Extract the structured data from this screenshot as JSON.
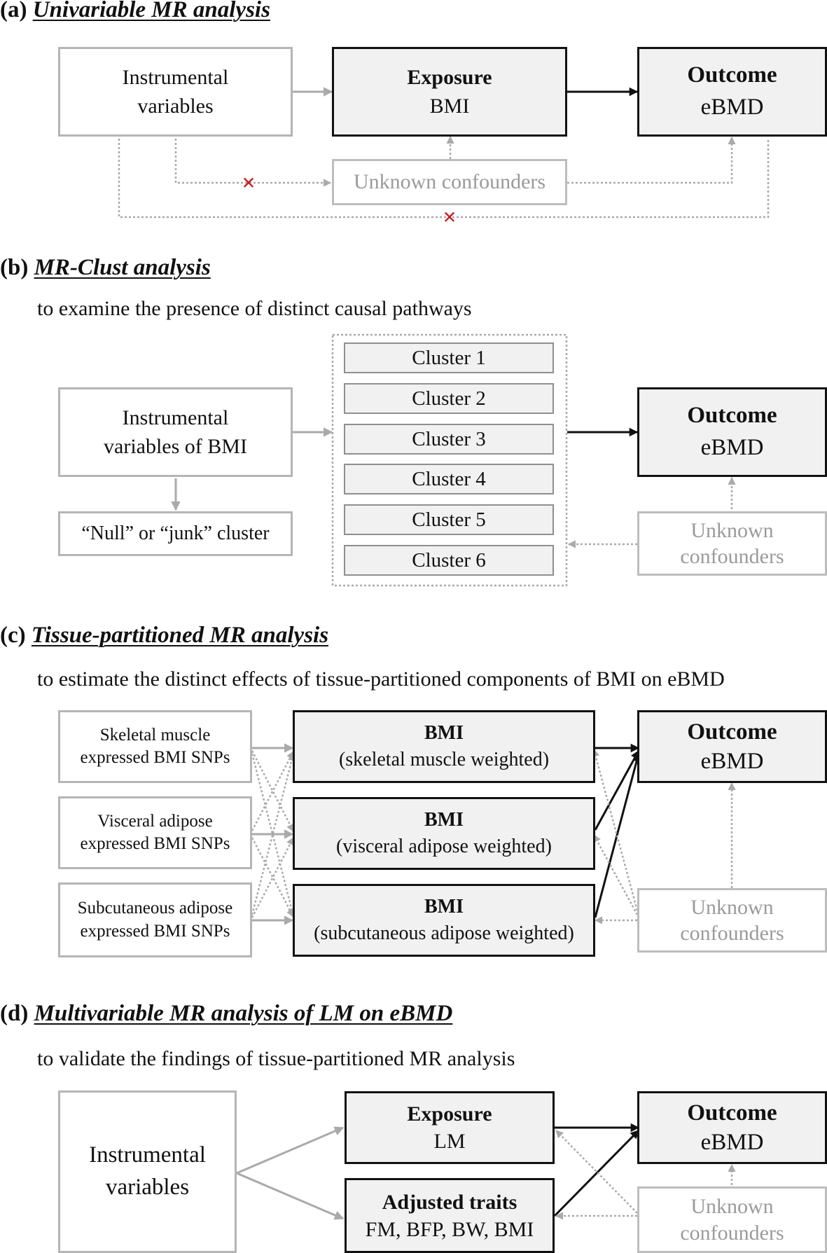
{
  "panel_a": {
    "letter": "(a)",
    "title": "Univariable MR analysis",
    "iv_line1": "Instrumental",
    "iv_line2": "variables",
    "exposure_title": "Exposure",
    "exposure_value": "BMI",
    "outcome_title": "Outcome",
    "outcome_value": "eBMD",
    "confounders": "Unknown confounders",
    "blocked_mark": "×"
  },
  "panel_b": {
    "letter": "(b)",
    "title": "MR-Clust analysis",
    "subtitle": "to examine the presence of distinct causal pathways",
    "iv_line1": "Instrumental",
    "iv_line2": "variables of BMI",
    "null_cluster": "“Null” or “junk” cluster",
    "clusters": [
      "Cluster 1",
      "Cluster 2",
      "Cluster 3",
      "Cluster 4",
      "Cluster 5",
      "Cluster 6"
    ],
    "outcome_title": "Outcome",
    "outcome_value": "eBMD",
    "confounders_line1": "Unknown",
    "confounders_line2": "confounders"
  },
  "panel_c": {
    "letter": "(c)",
    "title": "Tissue-partitioned MR analysis",
    "subtitle": "to estimate the distinct effects of tissue-partitioned components of BMI on eBMD",
    "snps": [
      {
        "line1": "Skeletal muscle",
        "line2": "expressed BMI SNPs"
      },
      {
        "line1": "Visceral adipose",
        "line2": "expressed BMI SNPs"
      },
      {
        "line1": "Subcutaneous adipose",
        "line2": "expressed BMI SNPs"
      }
    ],
    "exposures": [
      {
        "title": "BMI",
        "detail": "(skeletal muscle weighted)"
      },
      {
        "title": "BMI",
        "detail": "(visceral adipose weighted)"
      },
      {
        "title": "BMI",
        "detail": "(subcutaneous adipose weighted)"
      }
    ],
    "outcome_title": "Outcome",
    "outcome_value": "eBMD",
    "confounders_line1": "Unknown",
    "confounders_line2": "confounders"
  },
  "panel_d": {
    "letter": "(d)",
    "title": "Multivariable MR analysis of LM on eBMD",
    "subtitle": "to validate the findings of tissue-partitioned MR analysis",
    "iv_line1": "Instrumental",
    "iv_line2": "variables",
    "exposure_title": "Exposure",
    "exposure_value": "LM",
    "adjusted_title": "Adjusted traits",
    "adjusted_value": "FM, BFP, BW, BMI",
    "outcome_title": "Outcome",
    "outcome_value": "eBMD",
    "confounders_line1": "Unknown",
    "confounders_line2": "confounders"
  },
  "colors": {
    "causal_arrow": "#111111",
    "instrument_arrow": "#aaaaaa",
    "confounder_path": "#aaaaaa",
    "blocked_mark": "#c41e1e",
    "box_fill": "#f1f1f1"
  }
}
